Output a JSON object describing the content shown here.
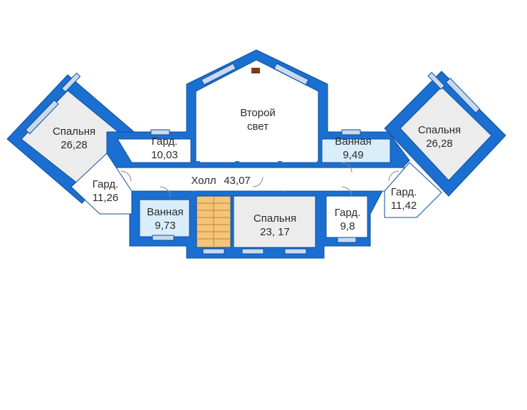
{
  "colors": {
    "wall": "#1b6fd0",
    "wall_edge": "#0d4f9c",
    "bedroom_floor": "#ececec",
    "white_floor": "#ffffff",
    "bath_floor": "#d9eefa",
    "stair": "#f5c477",
    "hall_floor": "#ffffff",
    "window": "#c9d9ee",
    "ridge": "#7a3a1a"
  },
  "rooms": {
    "bedroom_left": {
      "name": "Спальня",
      "area": "26,28"
    },
    "bedroom_right": {
      "name": "Спальня",
      "area": "26,28"
    },
    "second_light": {
      "name": "Второй",
      "name2": "свет"
    },
    "wardrobe_top_left": {
      "name": "Гард.",
      "area": "10,03"
    },
    "bath_top_right": {
      "name": "Ванная",
      "area": "9,49"
    },
    "hall": {
      "name": "Холл",
      "area": "43,07"
    },
    "wardrobe_left": {
      "name": "Гард.",
      "area": "11,26"
    },
    "wardrobe_right": {
      "name": "Гард.",
      "area": "11,42"
    },
    "bath_bottom_left": {
      "name": "Ванная",
      "area": "9,73"
    },
    "bedroom_center": {
      "name": "Спальня",
      "area": "23, 17"
    },
    "wardrobe_bottom_right": {
      "name": "Гард.",
      "area": "9,8"
    }
  },
  "icons": [
    "window-icon",
    "door-icon",
    "stair-icon",
    "column-icon"
  ]
}
